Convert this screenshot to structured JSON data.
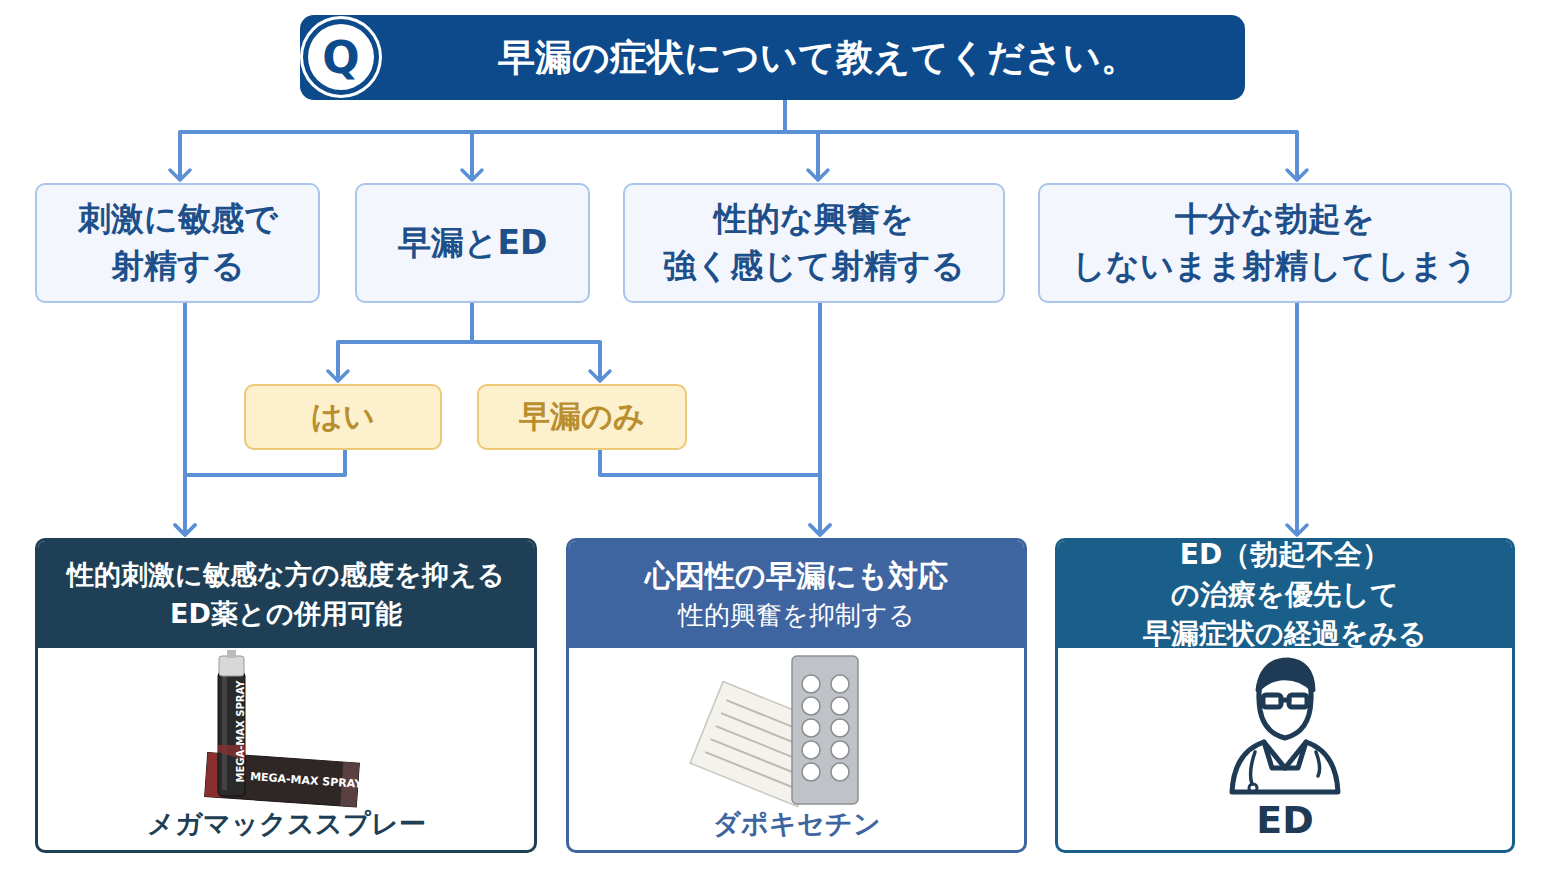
{
  "diagram": {
    "nodes": [
      {
        "text": [
          "早漏の症状について教えてください。"
        ]
      },
      {
        "text": [
          "Q"
        ],
        "in": 0
      },
      {
        "text": [
          "刺激に敏感で 射精する"
        ]
      },
      {
        "text": [
          "早漏とED"
        ]
      },
      {
        "text": [
          "性的な興奮を 強く感じて射精する"
        ]
      },
      {
        "text": [
          "十分な勃起を しないまま射精してしまう"
        ]
      },
      {
        "text": [
          "はい"
        ]
      },
      {
        "text": [
          "早漏のみ"
        ]
      },
      {
        "text": [
          "性的刺激に敏感な方の感度を抑える ED薬との併用可能",
          "メガマックススプレー"
        ]
      },
      {
        "text": [
          "心因性の早漏にも対応",
          "性的興奮を抑制する",
          "ダポキセチン"
        ]
      },
      {
        "text": [
          "ED（勃起不全）の治療を優先して 早漏症状の経過をみる",
          "ED"
        ]
      }
    ],
    "edges": [
      {
        "from": 0,
        "to": 2,
        "arrow": "to"
      },
      {
        "from": 0,
        "to": 3,
        "arrow": "to"
      },
      {
        "from": 0,
        "to": 4,
        "arrow": "to"
      },
      {
        "from": 0,
        "to": 5,
        "arrow": "to"
      },
      {
        "from": 3,
        "to": 6,
        "arrow": "to"
      },
      {
        "from": 3,
        "to": 7,
        "arrow": "to"
      },
      {
        "from": 2,
        "to": 8,
        "arrow": "to"
      },
      {
        "from": 6,
        "to": 8,
        "arrow": "to"
      },
      {
        "from": 4,
        "to": 9,
        "arrow": "to"
      },
      {
        "from": 7,
        "to": 9,
        "arrow": "to"
      },
      {
        "from": 5,
        "to": 10,
        "arrow": "to"
      }
    ],
    "labels": [
      "MEGA-MAX SPRAY",
      "MEGA-MAX SPRAY"
    ]
  }
}
